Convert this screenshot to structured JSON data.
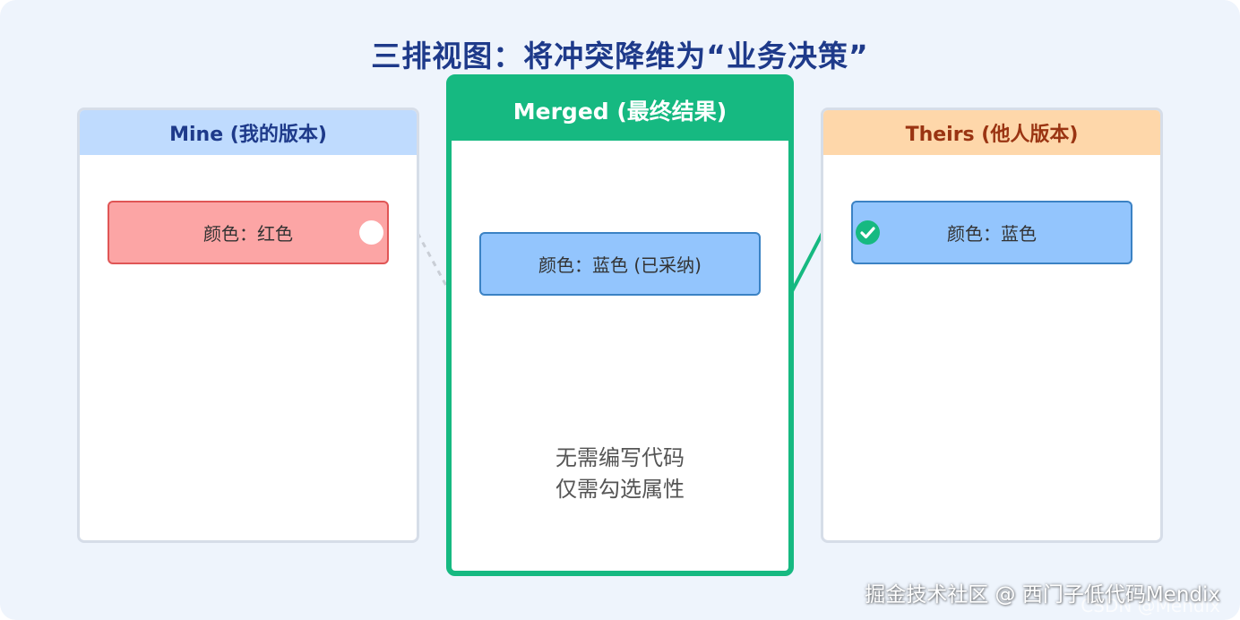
{
  "title": "三排视图：将冲突降维为“业务决策”",
  "panels": {
    "mine": {
      "header": "Mine (我的版本)",
      "item": "颜色：红色"
    },
    "merged": {
      "header": "Merged (最终结果)",
      "item": "颜色：蓝色 (已采纳)",
      "note_line1": "无需编写代码",
      "note_line2": "仅需勾选属性"
    },
    "theirs": {
      "header": "Theirs (他人版本)",
      "item": "颜色：蓝色"
    }
  },
  "watermark": {
    "line1": "掘金技术社区 @ 西门子低代码Mendix",
    "line2": "CSDN @Mendix"
  },
  "colors": {
    "merged_accent": "#16b981",
    "mine_header": "#bfdbfe",
    "theirs_header": "#fed7aa",
    "mine_item": "#fca5a5",
    "blue_item": "#93c5fd"
  },
  "icons": {
    "unselected": "radio-unselected-icon",
    "selected": "check-circle-icon"
  }
}
